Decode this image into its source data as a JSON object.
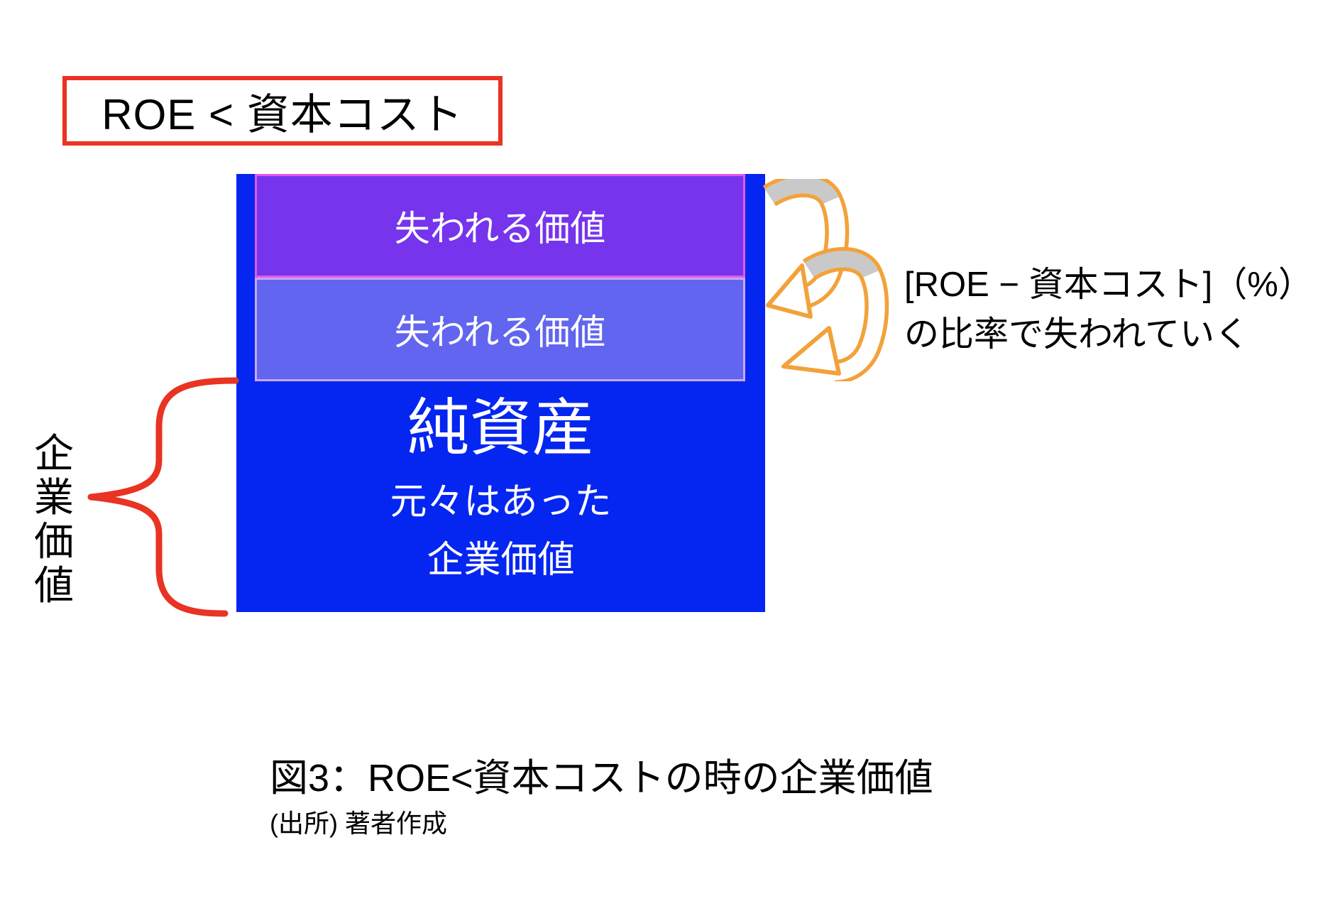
{
  "title_box": {
    "text": "ROE < 資本コスト"
  },
  "stack": {
    "band1_label": "失われる価値",
    "band2_label": "失われる価値",
    "net_assets_label": "純資産",
    "sub_line1": "元々はあった",
    "sub_line2": "企業価値"
  },
  "brace": {
    "label": "企業価値"
  },
  "annotation": {
    "line1": "[ROE − 資本コスト]（%）",
    "line2": "の比率で失われていく"
  },
  "caption": {
    "title": "図3：ROE<資本コストの時の企業価値",
    "source": "(出所) 著者作成"
  },
  "icons": {
    "brace": "curly-brace-icon",
    "arrows": "spiral-arrows-icon"
  },
  "colors": {
    "deep_blue": "#0526f0",
    "purple_band": "#7634ec",
    "periwinkle_band": "#6165ef",
    "magenta_border": "#e05ae8",
    "lavender_border": "#c9a6f2",
    "red": "#e93323",
    "orange": "#f2a23b",
    "ribbon_gray": "#c9c9c9",
    "band_text": "#ffffff",
    "body_text": "#000000"
  }
}
